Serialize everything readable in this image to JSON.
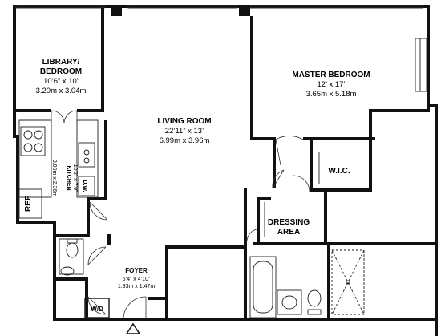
{
  "rooms": {
    "library": {
      "name_line1": "LIBRARY/",
      "name_line2": "BEDROOM",
      "dim_imperial": "10’6” x 10’",
      "dim_metric": "3.20m x 3.04m"
    },
    "living": {
      "name": "LIVING ROOM",
      "dim_imperial": "22’11” x 13’",
      "dim_metric": "6.99m x 3.96m"
    },
    "master": {
      "name": "MASTER BEDROOM",
      "dim_imperial": "12’ x 17’",
      "dim_metric": "3.65m x 5.18m"
    },
    "kitchen": {
      "name": "KITCHEN",
      "dim_imperial": "10’2” x 7’9”",
      "dim_metric": "3.09m x 2.36m"
    },
    "wic": {
      "name": "W.I.C."
    },
    "dressing": {
      "name_line1": "DRESSING",
      "name_line2": "AREA"
    },
    "foyer": {
      "name": "FOYER",
      "dim_imperial": "6’4” x 4’10”",
      "dim_metric": "1.93m x 1.47m"
    }
  },
  "fixtures": {
    "ref": "REF",
    "dw": "D.W.",
    "wd": "W/D"
  },
  "colors": {
    "wall": "#111111",
    "line": "#333333",
    "background": "#ffffff"
  }
}
